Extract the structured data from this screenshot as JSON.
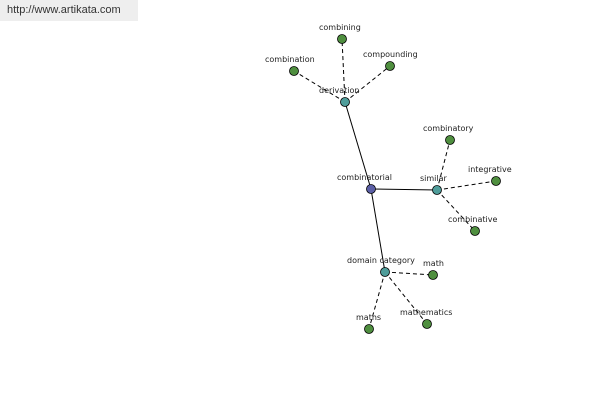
{
  "site": {
    "url": "http://www.artikata.com"
  },
  "graph": {
    "colors": {
      "center": "#5b5fa6",
      "hub": "#4f9d9a",
      "leaf": "#4f8f3f"
    },
    "nodes": [
      {
        "id": "combinatorial",
        "label": "combinatorial",
        "kind": "center"
      },
      {
        "id": "derivation",
        "label": "derivation",
        "kind": "hub"
      },
      {
        "id": "similar",
        "label": "similar",
        "kind": "hub"
      },
      {
        "id": "domain_category",
        "label": "domain category",
        "kind": "hub"
      },
      {
        "id": "combining",
        "label": "combining",
        "kind": "leaf"
      },
      {
        "id": "combination",
        "label": "combination",
        "kind": "leaf"
      },
      {
        "id": "compounding",
        "label": "compounding",
        "kind": "leaf"
      },
      {
        "id": "combinatory",
        "label": "combinatory",
        "kind": "leaf"
      },
      {
        "id": "integrative",
        "label": "integrative",
        "kind": "leaf"
      },
      {
        "id": "combinative",
        "label": "combinative",
        "kind": "leaf"
      },
      {
        "id": "math",
        "label": "math",
        "kind": "leaf"
      },
      {
        "id": "maths",
        "label": "maths",
        "kind": "leaf"
      },
      {
        "id": "mathematics",
        "label": "mathematics",
        "kind": "leaf"
      }
    ],
    "edges": [
      {
        "from": "combinatorial",
        "to": "derivation",
        "style": "solid"
      },
      {
        "from": "combinatorial",
        "to": "similar",
        "style": "solid"
      },
      {
        "from": "combinatorial",
        "to": "domain_category",
        "style": "solid"
      },
      {
        "from": "derivation",
        "to": "combining",
        "style": "dashed"
      },
      {
        "from": "derivation",
        "to": "combination",
        "style": "dashed"
      },
      {
        "from": "derivation",
        "to": "compounding",
        "style": "dashed"
      },
      {
        "from": "similar",
        "to": "combinatory",
        "style": "dashed"
      },
      {
        "from": "similar",
        "to": "integrative",
        "style": "dashed"
      },
      {
        "from": "similar",
        "to": "combinative",
        "style": "dashed"
      },
      {
        "from": "domain_category",
        "to": "math",
        "style": "dashed"
      },
      {
        "from": "domain_category",
        "to": "maths",
        "style": "dashed"
      },
      {
        "from": "domain_category",
        "to": "mathematics",
        "style": "dashed"
      }
    ]
  }
}
